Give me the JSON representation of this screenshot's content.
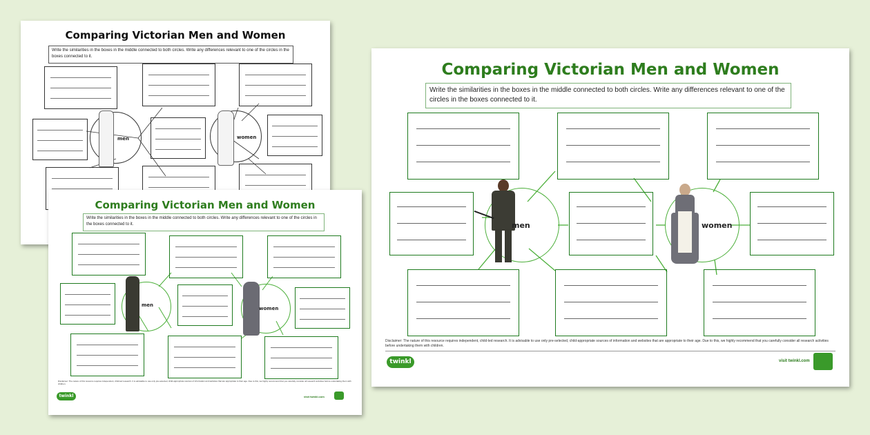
{
  "worksheet": {
    "title": "Comparing Victorian Men and Women",
    "instructions": "Write the similarities in the boxes in the middle connected to both circles. Write any differences relevant to one of the circles in the boxes connected to it.",
    "circle_men_label": "men",
    "circle_women_label": "women",
    "disclaimer": "Disclaimer: The nature of this resource requires independent, child-led research. It is advisable to use only pre-selected, child-appropriate sources of information and websites that are appropriate to their age. Due to this, we highly recommend that you carefully consider all research activities before undertaking them with children.",
    "logo_text": "twinkl",
    "footer_link": "visit twinkl.com"
  },
  "colors": {
    "background": "#e6f0d8",
    "accent_green": "#2e7d1e",
    "line_green": "#4caf3a",
    "box_border": "#1e7a1e"
  }
}
